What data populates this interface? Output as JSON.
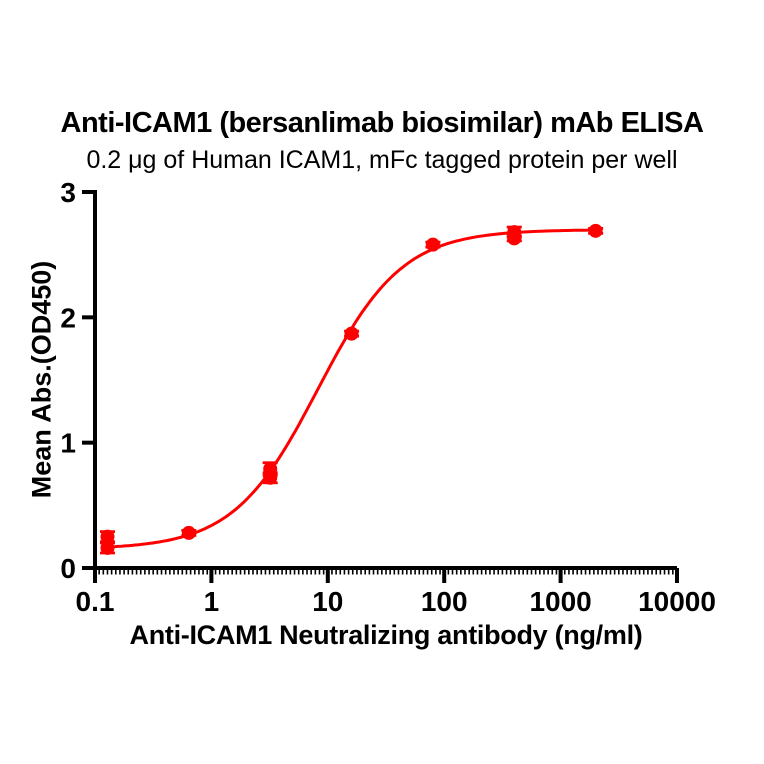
{
  "figure": {
    "title": "Anti-ICAM1 (bersanlimab biosimilar) mAb ELISA",
    "subtitle": "0.2 μg of Human ICAM1, mFc tagged protein per well"
  },
  "chart_data": {
    "type": "scatter",
    "title": "Anti-ICAM1 (bersanlimab biosimilar) mAb ELISA",
    "subtitle": "0.2 μg of Human ICAM1, mFc tagged protein per well",
    "xlabel": "Anti-ICAM1 Neutralizing antibody (ng/ml)",
    "ylabel": "Mean Abs.(OD450)",
    "grid": false,
    "legend_position": "none",
    "x_axis": {
      "scale": "log10",
      "range": [
        0.1,
        10000
      ],
      "tick_values": [
        0.1,
        1,
        10,
        100,
        1000,
        10000
      ],
      "tick_labels": [
        "0.1",
        "1",
        "10",
        "100",
        "1000",
        "10000"
      ],
      "minor_ticks_per_decade": 28
    },
    "y_axis": {
      "scale": "linear",
      "range": [
        0,
        3
      ],
      "tick_values": [
        0,
        1,
        2,
        3
      ],
      "tick_labels": [
        "0",
        "1",
        "2",
        "3"
      ]
    },
    "series": [
      {
        "name": "Anti-ICAM1 neutralizing antibody",
        "color": "#FF0000",
        "marker": "circle",
        "points": [
          {
            "x": 0.128,
            "y": 0.25,
            "err": 0.04
          },
          {
            "x": 0.128,
            "y": 0.16,
            "err": 0.04
          },
          {
            "x": 0.64,
            "y": 0.28,
            "err": 0.02
          },
          {
            "x": 3.2,
            "y": 0.79,
            "err": 0.05
          },
          {
            "x": 3.2,
            "y": 0.72,
            "err": 0.04
          },
          {
            "x": 16,
            "y": 1.87,
            "err": 0.02
          },
          {
            "x": 80,
            "y": 2.58,
            "err": 0.02
          },
          {
            "x": 400,
            "y": 2.68,
            "err": 0.04
          },
          {
            "x": 400,
            "y": 2.63,
            "err": 0.02
          },
          {
            "x": 2000,
            "y": 2.69,
            "err": 0.02
          }
        ],
        "fit_curve": {
          "model": "4PL",
          "bottom": 0.15,
          "top": 2.7,
          "ec50": 8.2,
          "hill": 1.2,
          "x_start": 0.128,
          "x_end": 2000
        }
      }
    ],
    "colors": {
      "series": "#FF0000",
      "axis": "#000000",
      "text": "#000000",
      "background": "#FFFFFF"
    }
  }
}
